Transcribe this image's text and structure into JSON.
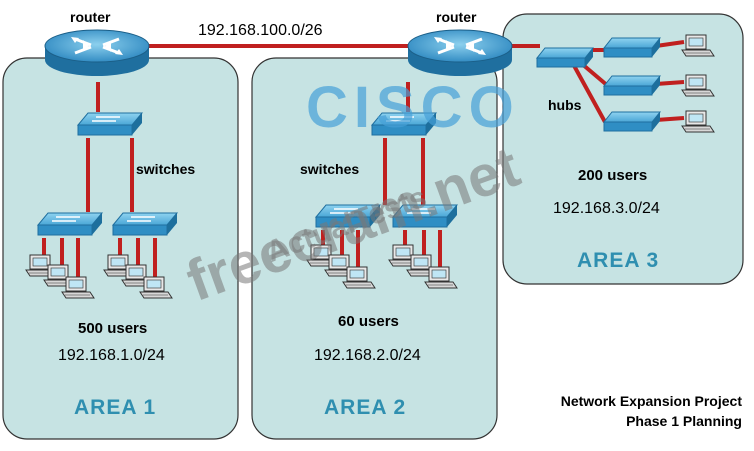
{
  "labels": {
    "router_left": "router",
    "router_right": "router",
    "wan_subnet": "192.168.100.0/26",
    "switches_area1": "switches",
    "switches_area2": "switches",
    "hubs": "hubs"
  },
  "areas": [
    {
      "title": "AREA 1",
      "users": "500 users",
      "subnet": "192.168.1.0/24"
    },
    {
      "title": "AREA 2",
      "users": "60 users",
      "subnet": "192.168.2.0/24"
    },
    {
      "title": "AREA 3",
      "users": "200 users",
      "subnet": "192.168.3.0/24"
    }
  ],
  "project": {
    "line1": "Network Expansion Project",
    "line2": "Phase 1 Planning"
  },
  "watermarks": {
    "cisco": "CISCO",
    "actual": "ActualTests",
    "freecram": "freecram.net"
  },
  "colors": {
    "area_fill": "#c6e3e3",
    "link": "#c0201f",
    "device": "#3f9fd0",
    "area_title": "#2f8fb0"
  }
}
